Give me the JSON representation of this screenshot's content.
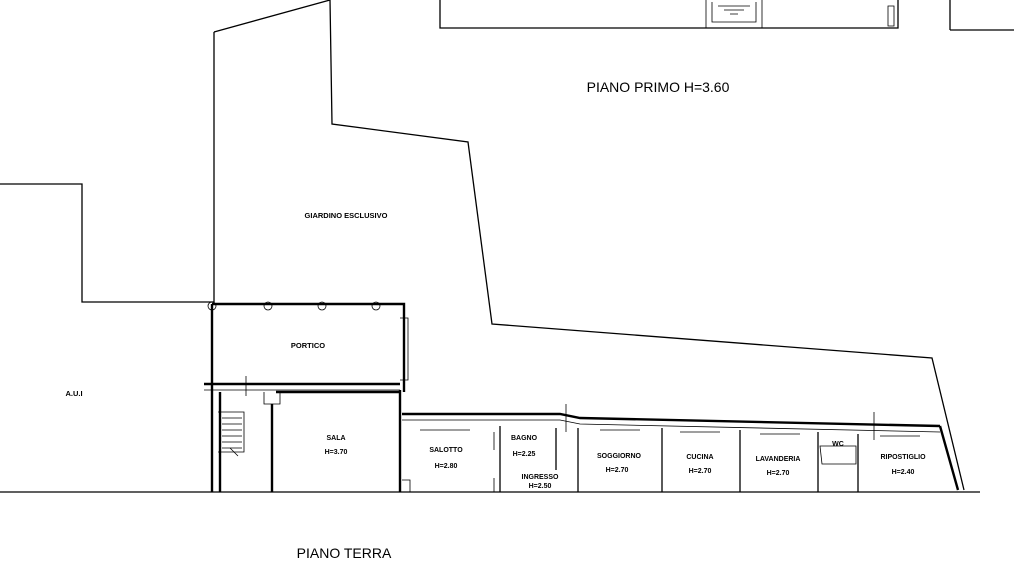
{
  "titles": {
    "first_floor": "PIANO PRIMO H=3.60",
    "ground_floor": "PIANO TERRA"
  },
  "areas": {
    "garden": "GIARDINO ESCLUSIVO",
    "porch": "PORTICO",
    "aui": "A.U.I"
  },
  "rooms": {
    "sala": {
      "name": "SALA",
      "height": "H=3.70"
    },
    "salotto": {
      "name": "SALOTTO",
      "height": "H=2.80"
    },
    "bagno": {
      "name": "BAGNO",
      "height": "H=2.25"
    },
    "ingresso": {
      "name": "INGRESSO",
      "height": "H=2.50"
    },
    "soggiorno": {
      "name": "SOGGIORNO",
      "height": "H=2.70"
    },
    "cucina": {
      "name": "CUCINA",
      "height": "H=2.70"
    },
    "lavanderia": {
      "name": "LAVANDERIA",
      "height": "H=2.70"
    },
    "wc": {
      "name": "WC"
    },
    "ripostiglio": {
      "name": "RIPOSTIGLIO",
      "height": "H=2.40"
    }
  }
}
